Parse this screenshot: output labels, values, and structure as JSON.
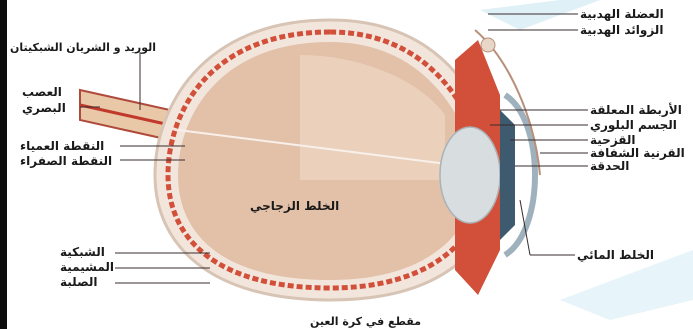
{
  "labels": {
    "ciliary_muscle": "العضلة الهدبية",
    "ciliary_processes": "الزوائد الهدبية",
    "central_vessels": "الوريد و الشريان الشبكيتان",
    "optic_nerve_1": "العصب",
    "optic_nerve_2": "البصري",
    "suspensory_ligament": "الأربطة المعلقة",
    "vitreous_body": "الجسم البلوري",
    "iris": "القزحية",
    "cornea": "القرنية الشفافة",
    "pupil": "الحدقة",
    "blind_spot": "النقطة العمياء",
    "yellow_spot": "النقطة الصفراء",
    "vitreous_humour": "الخلط الزجاجي",
    "aqueous_humour": "الخلط المائي",
    "retina": "الشبكية",
    "choroid": "المشيمية",
    "sclera": "الصلبة"
  },
  "caption": "مقطع في كرة العين",
  "colors": {
    "sclera": "#f2e6dc",
    "choroid": "#d2503a",
    "retina": "#b04a3c",
    "vitreous": "#e3c0a8",
    "lens": "#d8dde0",
    "cornea": "#c9d4dc",
    "leader": "#3a2b2b"
  }
}
